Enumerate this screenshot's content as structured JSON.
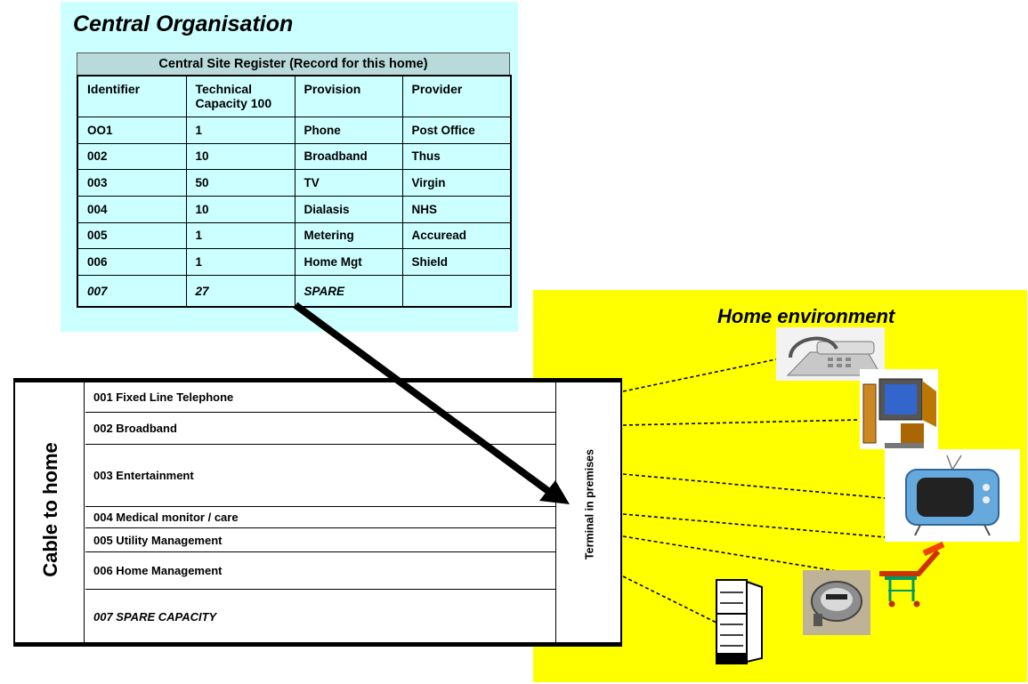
{
  "central": {
    "title": "Central Organisation",
    "register": {
      "caption": "Central Site Register (Record for this home)",
      "headers": [
        "Identifier",
        "Technical Capacity 100",
        "Provision",
        "Provider"
      ],
      "rows": [
        [
          "OO1",
          "1",
          "Phone",
          "Post Office"
        ],
        [
          "002",
          "10",
          "Broadband",
          "Thus"
        ],
        [
          "003",
          "50",
          "TV",
          "Virgin"
        ],
        [
          "004",
          "10",
          "Dialasis",
          "NHS"
        ],
        [
          "005",
          "1",
          "Metering",
          "Accuread"
        ],
        [
          "006",
          "1",
          "Home Mgt",
          "Shield"
        ],
        [
          "007",
          "27",
          "SPARE",
          ""
        ]
      ]
    }
  },
  "cable": {
    "label": "Cable to home",
    "services": [
      "001 Fixed Line Telephone",
      "002 Broadband",
      "003 Entertainment",
      "004 Medical monitor / care",
      "005 Utility Management",
      "006 Home Management",
      "007 SPARE CAPACITY"
    ],
    "terminal_label": "Terminal in premises"
  },
  "home": {
    "title": "Home environment",
    "devices": [
      "telephone-icon",
      "computer-icon",
      "television-icon",
      "medical-trolley-icon",
      "utility-meter-icon",
      "refrigerator-icon"
    ]
  },
  "colors": {
    "central_background": "#ccffff",
    "register_caption_background": "#b9dada",
    "home_background": "#ffff00"
  }
}
